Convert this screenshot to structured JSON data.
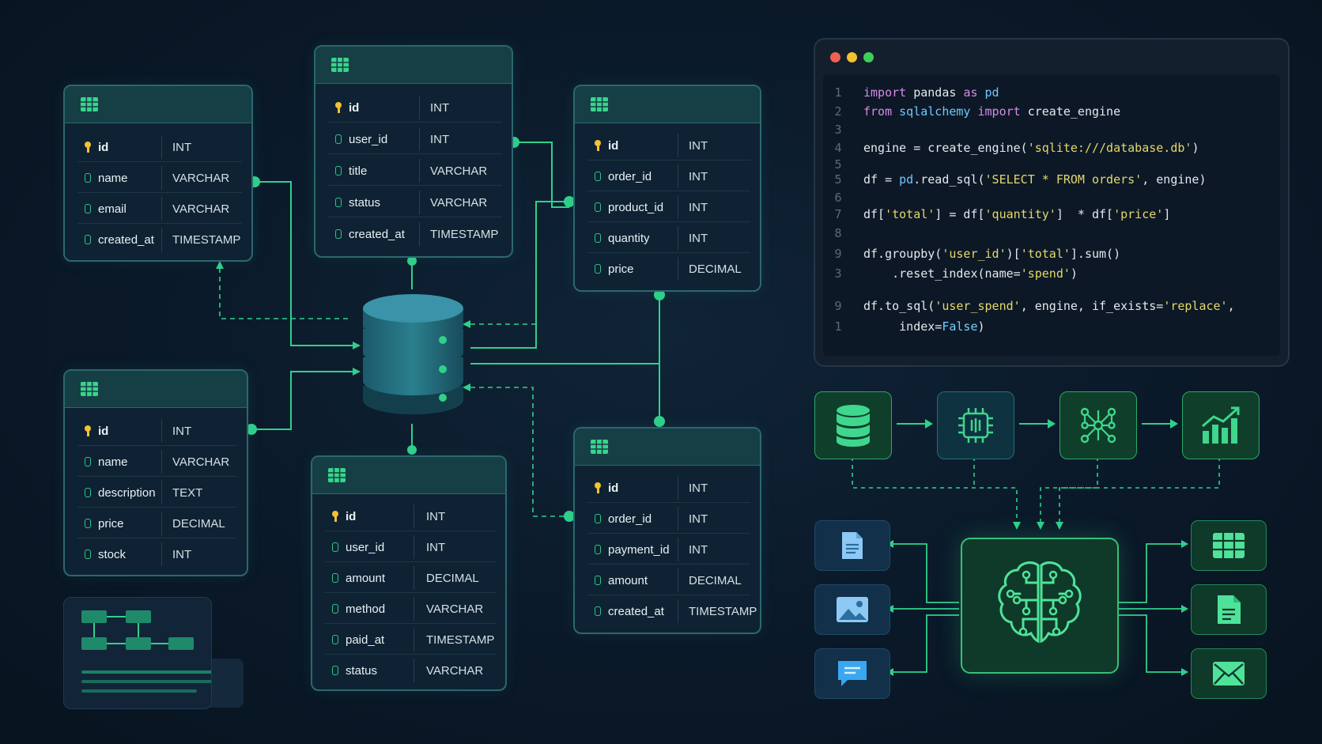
{
  "tables": [
    {
      "id": "t1",
      "rows": [
        {
          "name": "id",
          "type": "INT",
          "pk": true
        },
        {
          "name": "name",
          "type": "VARCHAR"
        },
        {
          "name": "email",
          "type": "VARCHAR"
        },
        {
          "name": "created_at",
          "type": "TIMESTAMP"
        }
      ]
    },
    {
      "id": "t2",
      "rows": [
        {
          "name": "id",
          "type": "INT",
          "pk": true
        },
        {
          "name": "user_id",
          "type": "INT"
        },
        {
          "name": "title",
          "type": "VARCHAR"
        },
        {
          "name": "status",
          "type": "VARCHAR"
        },
        {
          "name": "created_at",
          "type": "TIMESTAMP"
        }
      ]
    },
    {
      "id": "t3",
      "rows": [
        {
          "name": "id",
          "type": "INT",
          "pk": true
        },
        {
          "name": "order_id",
          "type": "INT"
        },
        {
          "name": "product_id",
          "type": "INT"
        },
        {
          "name": "quantity",
          "type": "INT"
        },
        {
          "name": "price",
          "type": "DECIMAL"
        }
      ]
    },
    {
      "id": "t4",
      "rows": [
        {
          "name": "id",
          "type": "INT",
          "pk": true
        },
        {
          "name": "name",
          "type": "VARCHAR"
        },
        {
          "name": "description",
          "type": "TEXT"
        },
        {
          "name": "price",
          "type": "DECIMAL"
        },
        {
          "name": "stock",
          "type": "INT"
        }
      ]
    },
    {
      "id": "t5",
      "rows": [
        {
          "name": "id",
          "type": "INT",
          "pk": true
        },
        {
          "name": "user_id",
          "type": "INT"
        },
        {
          "name": "amount",
          "type": "DECIMAL"
        },
        {
          "name": "method",
          "type": "VARCHAR"
        },
        {
          "name": "paid_at",
          "type": "TIMESTAMP"
        },
        {
          "name": "status",
          "type": "VARCHAR"
        }
      ]
    },
    {
      "id": "t6",
      "rows": [
        {
          "name": "id",
          "type": "INT",
          "pk": true
        },
        {
          "name": "order_id",
          "type": "INT"
        },
        {
          "name": "payment_id",
          "type": "INT"
        },
        {
          "name": "amount",
          "type": "DECIMAL"
        },
        {
          "name": "created_at",
          "type": "TIMESTAMP"
        }
      ]
    }
  ],
  "code": {
    "dot_colors": [
      "#f0614f",
      "#f2c12e",
      "#3ccf5b"
    ],
    "lines": [
      {
        "num": "1",
        "text": "import pandas as pd"
      },
      {
        "num": "2",
        "text": "from sqlalchemy import create_engine"
      },
      {
        "num": "3",
        "text": ""
      },
      {
        "num": "4",
        "text": "engine = create_engine('sqlite:///database.db')"
      },
      {
        "num": "5",
        "text": ""
      },
      {
        "num": "5",
        "text": "df = pd.read_sql('SELECT * FROM orders', engine)"
      },
      {
        "num": "6",
        "text": ""
      },
      {
        "num": "7",
        "text": "df['total'] = df['quantity']  * df['price']"
      },
      {
        "num": "8",
        "text": ""
      },
      {
        "num": "9",
        "text": "df.groupby('user_id')['total'].sum()"
      },
      {
        "num": "3",
        "text": "    .reset_index(name='spend')"
      },
      {
        "num": "9",
        "text": "df.to_sql('user_spend', engine, if_exists='replace',"
      },
      {
        "num": "1",
        "text": "     index=False)"
      }
    ]
  },
  "pipeline": [
    "database-icon",
    "chip-icon",
    "network-icon",
    "bar-chart-icon"
  ],
  "inputs": [
    "document-icon",
    "image-icon",
    "chat-icon"
  ],
  "outputs": [
    "table-icon",
    "file-icon",
    "mail-icon"
  ],
  "colors": {
    "accent": "#2fd18a",
    "table_border": "#2c6770",
    "background": "#0b1a2a"
  }
}
